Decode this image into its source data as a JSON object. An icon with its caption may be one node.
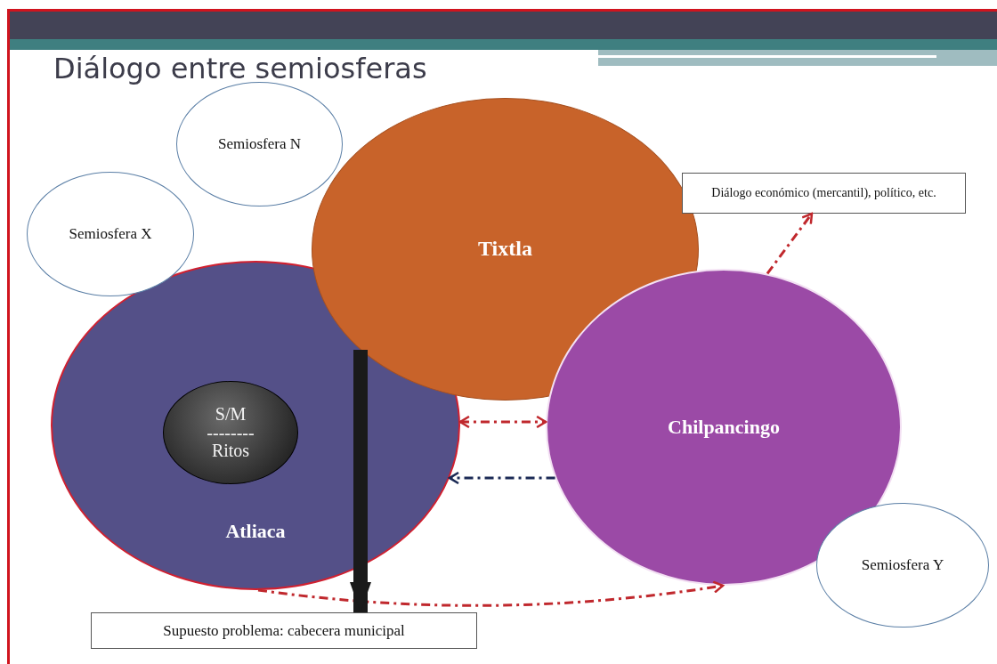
{
  "diagram": {
    "title": "Diálogo entre semiosferas",
    "nodes": [
      {
        "text": [
          "Semiosfera N"
        ]
      },
      {
        "text": [
          "Semiosfera X"
        ]
      },
      {
        "text": [
          "Tixtla"
        ]
      },
      {
        "text": [
          "Diálogo económico (mercantil), político, etc."
        ]
      },
      {
        "text": [
          "Atliaca"
        ]
      },
      {
        "text": [
          "S/M",
          "--------",
          "Ritos"
        ],
        "in": 4
      },
      {
        "text": [
          "Chilpancingo"
        ]
      },
      {
        "text": [
          "Semiosfera Y"
        ]
      },
      {
        "text": [
          "Supuesto problema: cabecera municipal"
        ]
      }
    ],
    "edges": [
      {
        "from": 6,
        "to": 4,
        "arrow": "to",
        "style": "dashed",
        "color": "#1b2a55"
      },
      {
        "from": 6,
        "to": 3,
        "arrow": "to",
        "style": "dashed"
      },
      {
        "from": 4,
        "to": 6,
        "arrow": "both",
        "style": "dashed"
      },
      {
        "from": 4,
        "to": 6,
        "arrow": "to",
        "style": "dashed"
      },
      {
        "from": 2,
        "to": 8,
        "arrow": "to",
        "style": "thick",
        "color": "#1a1a1a"
      }
    ]
  }
}
